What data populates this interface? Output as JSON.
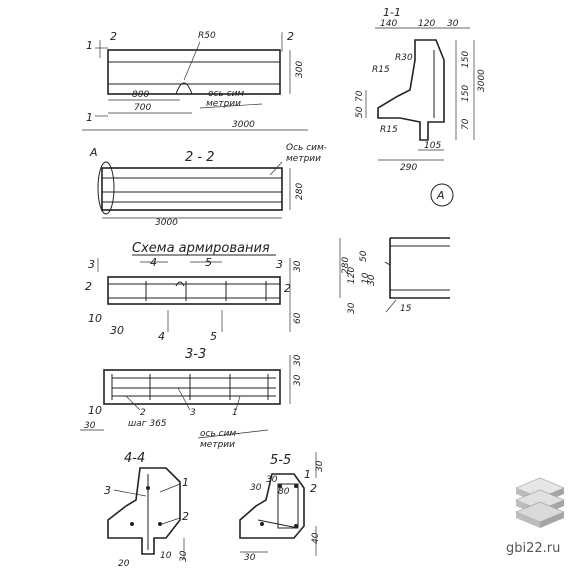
{
  "top_view": {
    "marker_left_1": "1",
    "marker_left_2": "2",
    "marker_right_2": "2",
    "radius": "R50",
    "dim_800": "800",
    "dim_700": "700",
    "axis_label": "ось сим-",
    "axis_label2": "метрии",
    "total_length": "3000",
    "height": "300",
    "marker_bottom_1": "1"
  },
  "section_1_1": {
    "title": "1-1",
    "d140": "140",
    "d120": "120",
    "d30": "30",
    "r30": "R30",
    "r15a": "R15",
    "r15b": "R15",
    "d150a": "150",
    "d150b": "150",
    "d70": "70",
    "d50": "50",
    "d70b": "70",
    "d3000": "3000",
    "d105": "105",
    "d290": "290",
    "callout": "A"
  },
  "section_2_2": {
    "title": "2 - 2",
    "callout": "A",
    "axis_label": "Ось сим-",
    "axis_label2": "метрии",
    "height": "280",
    "length": "3000"
  },
  "detail_a": {
    "d280": "280",
    "d50": "50",
    "d120": "120",
    "d10": "10",
    "d30": "30",
    "d30b": "30",
    "d15": "15"
  },
  "reinforcement": {
    "title": "Схема армирования",
    "m3": "3",
    "m4": "4",
    "m5": "5",
    "m3r": "3",
    "m2": "2",
    "m2r": "2",
    "m10": "10",
    "m30": "30",
    "m4b": "4",
    "m5b": "5",
    "d30": "30",
    "d60": "60"
  },
  "section_3_3": {
    "title": "3-3",
    "d30": "30",
    "d30b": "30",
    "m10": "10",
    "m2": "2",
    "step": "шаг 365",
    "m3": "3",
    "m1": "1",
    "d30c": "30",
    "axis_label": "ось сим-",
    "axis_label2": "метрии"
  },
  "section_4_4": {
    "title": "4-4",
    "m3": "3",
    "m1": "1",
    "m2": "2",
    "d30": "30",
    "d10": "10",
    "d20": "20"
  },
  "section_5_5": {
    "title": "5-5",
    "d30a": "30",
    "d30b": "30",
    "d80": "80",
    "m1": "1",
    "m2": "2",
    "d30c": "30",
    "d40": "40"
  },
  "watermark": {
    "text": "gbi22.ru",
    "icon": "stacked-slabs-icon"
  }
}
